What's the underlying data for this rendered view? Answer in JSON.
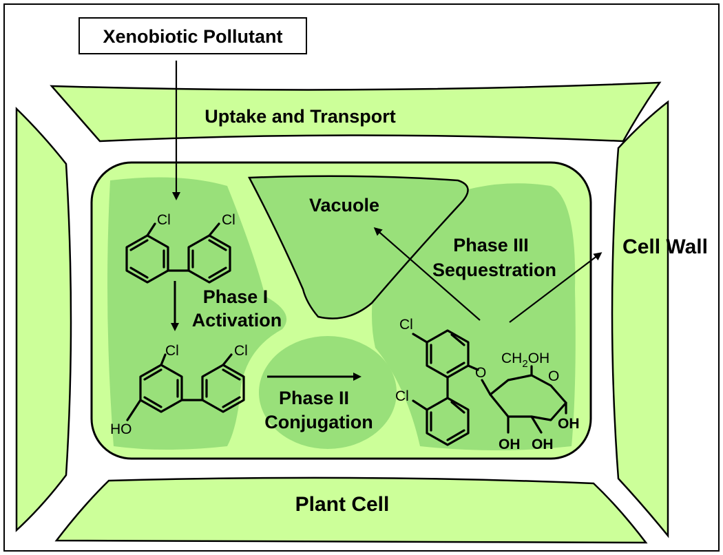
{
  "labels": {
    "xenobiotic": "Xenobiotic Pollutant",
    "uptake": "Uptake and Transport",
    "vacuole": "Vacuole",
    "phase3_line1": "Phase III",
    "phase3_line2": "Sequestration",
    "cell_wall": "Cell Wall",
    "phase1_line1": "Phase I",
    "phase1_line2": "Activation",
    "phase2_line1": "Phase II",
    "phase2_line2": "Conjugation",
    "plant_cell": "Plant Cell"
  },
  "chem": {
    "cl": "Cl",
    "ho": "HO",
    "o": "O",
    "oh": "OH",
    "ch2oh_ch": "CH",
    "ch2oh_sub": "2",
    "ch2oh_oh": "OH"
  },
  "colors": {
    "cell_fill": "#ccff99",
    "region_fill": "#99e07a",
    "outline": "#000000",
    "background": "#ffffff"
  }
}
